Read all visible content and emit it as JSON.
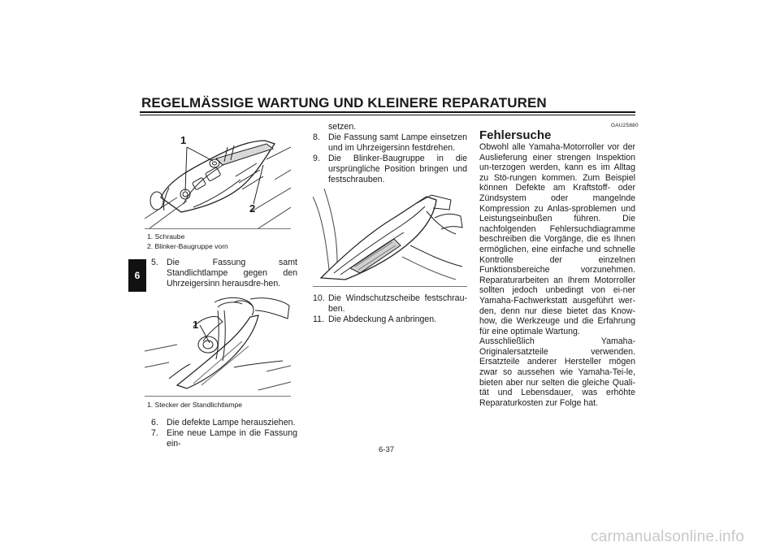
{
  "header": {
    "title": "REGELMÄSSIGE WARTUNG UND KLEINERE REPARATUREN"
  },
  "chapter_tab": "6",
  "figure1": {
    "labels": [
      "1",
      "2"
    ],
    "captions": [
      "1. Schraube",
      "2. Blinker-Baugruppe vorn"
    ]
  },
  "steps_col1_a": [
    {
      "num": "5.",
      "text": "Die Fassung samt Standlichtlampe gegen den Uhrzeigersinn herausdre-hen."
    }
  ],
  "figure2": {
    "labels": [
      "1"
    ],
    "captions": [
      "1. Stecker der Standlichtlampe"
    ]
  },
  "steps_col1_b": [
    {
      "num": "6.",
      "text": "Die defekte Lampe herausziehen."
    },
    {
      "num": "7.",
      "text": "Eine neue Lampe in die Fassung ein-"
    }
  ],
  "col2_continuation": "setzen.",
  "steps_col2_a": [
    {
      "num": "8.",
      "text": "Die Fassung samt Lampe einsetzen und im Uhrzeigersinn festdrehen."
    },
    {
      "num": "9.",
      "text": "Die Blinker-Baugruppe in die ursprüngliche Position bringen und festschrauben."
    }
  ],
  "steps_col2_b": [
    {
      "num": "10.",
      "text": "Die Windschutzscheibe festschrau-ben."
    },
    {
      "num": "11.",
      "text": "Die Abdeckung A anbringen."
    }
  ],
  "section": {
    "code": "GAU25880",
    "heading": "Fehlersuche",
    "paragraphs": [
      "Obwohl alle Yamaha-Motorroller vor der Auslieferung einer strengen Inspektion un-terzogen werden, kann es im Alltag zu Stö-rungen kommen. Zum Beispiel können Defekte am Kraftstoff- oder Zündsystem oder mangelnde Kompression zu Anlas-sproblemen und Leistungseinbußen führen. Die nachfolgenden Fehlersuchdiagramme beschreiben die Vorgänge, die es Ihnen ermöglichen, eine einfache und schnelle Kontrolle der einzelnen Funktionsbereiche vorzunehmen. Reparaturarbeiten an Ihrem Motorroller sollten jedoch unbedingt von ei-ner Yamaha-Fachwerkstatt ausgeführt wer-den, denn nur diese bietet das Know-how, die Werkzeuge und die Erfahrung für eine optimale Wartung.",
      "Ausschließlich Yamaha-Originalersatzteile verwenden. Ersatzteile anderer Hersteller mögen zwar so aussehen wie Yamaha-Tei-le, bieten aber nur selten die gleiche Quali-tät und Lebensdauer, was erhöhte Reparaturkosten zur Folge hat."
    ]
  },
  "footer": {
    "page_number": "6-37"
  },
  "watermark": "carmanualsonline.info"
}
